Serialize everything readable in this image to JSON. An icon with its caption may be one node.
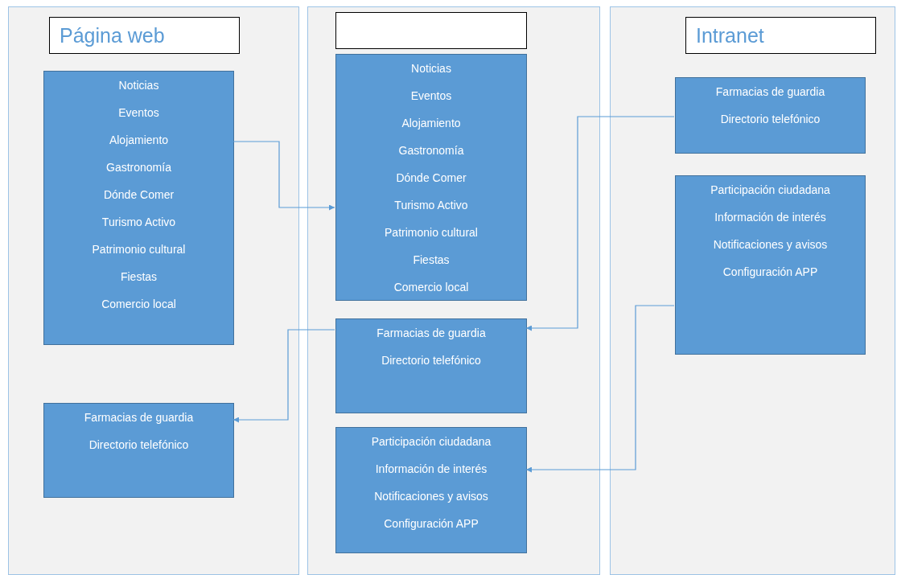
{
  "diagram": {
    "nodes": [
      {
        "text": [],
        "shape": "box"
      },
      {
        "text": [
          "Página web"
        ],
        "in": 0
      },
      {
        "text": [
          "Noticias",
          "Eventos",
          "Alojamiento",
          "Gastronomía",
          "Dónde Comer",
          "Turismo Activo",
          "Patrimonio cultural",
          "Fiestas",
          "Comercio local"
        ],
        "in": 0
      },
      {
        "text": [
          "Farmacias de guardia",
          "Directorio telefónico"
        ],
        "in": 0
      },
      {
        "text": [],
        "shape": "box"
      },
      {
        "text": [],
        "shape": "box",
        "in": 4
      },
      {
        "text": [
          "Noticias",
          "Eventos",
          "Alojamiento",
          "Gastronomía",
          "Dónde Comer",
          "Turismo Activo",
          "Patrimonio cultural",
          "Fiestas",
          "Comercio local"
        ],
        "in": 4
      },
      {
        "text": [
          "Farmacias de guardia",
          "Directorio telefónico"
        ],
        "in": 4
      },
      {
        "text": [
          "Participación ciudadana",
          "Información de interés",
          "Notificaciones y avisos",
          "Configuración APP"
        ],
        "in": 4
      },
      {
        "text": [],
        "shape": "box"
      },
      {
        "text": [
          "Intranet"
        ],
        "in": 9
      },
      {
        "text": [
          "Farmacias de guardia",
          "Directorio telefónico"
        ],
        "in": 9
      },
      {
        "text": [
          "Participación ciudadana",
          "Información de interés",
          "Notificaciones y avisos",
          "Configuración APP"
        ],
        "in": 9
      }
    ],
    "edges": [
      {
        "from": 2,
        "to": 6,
        "arrow": "to"
      },
      {
        "from": 7,
        "to": 3,
        "arrow": "to"
      },
      {
        "from": 11,
        "to": 7,
        "arrow": "to"
      },
      {
        "from": 12,
        "to": 8,
        "arrow": "to"
      }
    ]
  }
}
